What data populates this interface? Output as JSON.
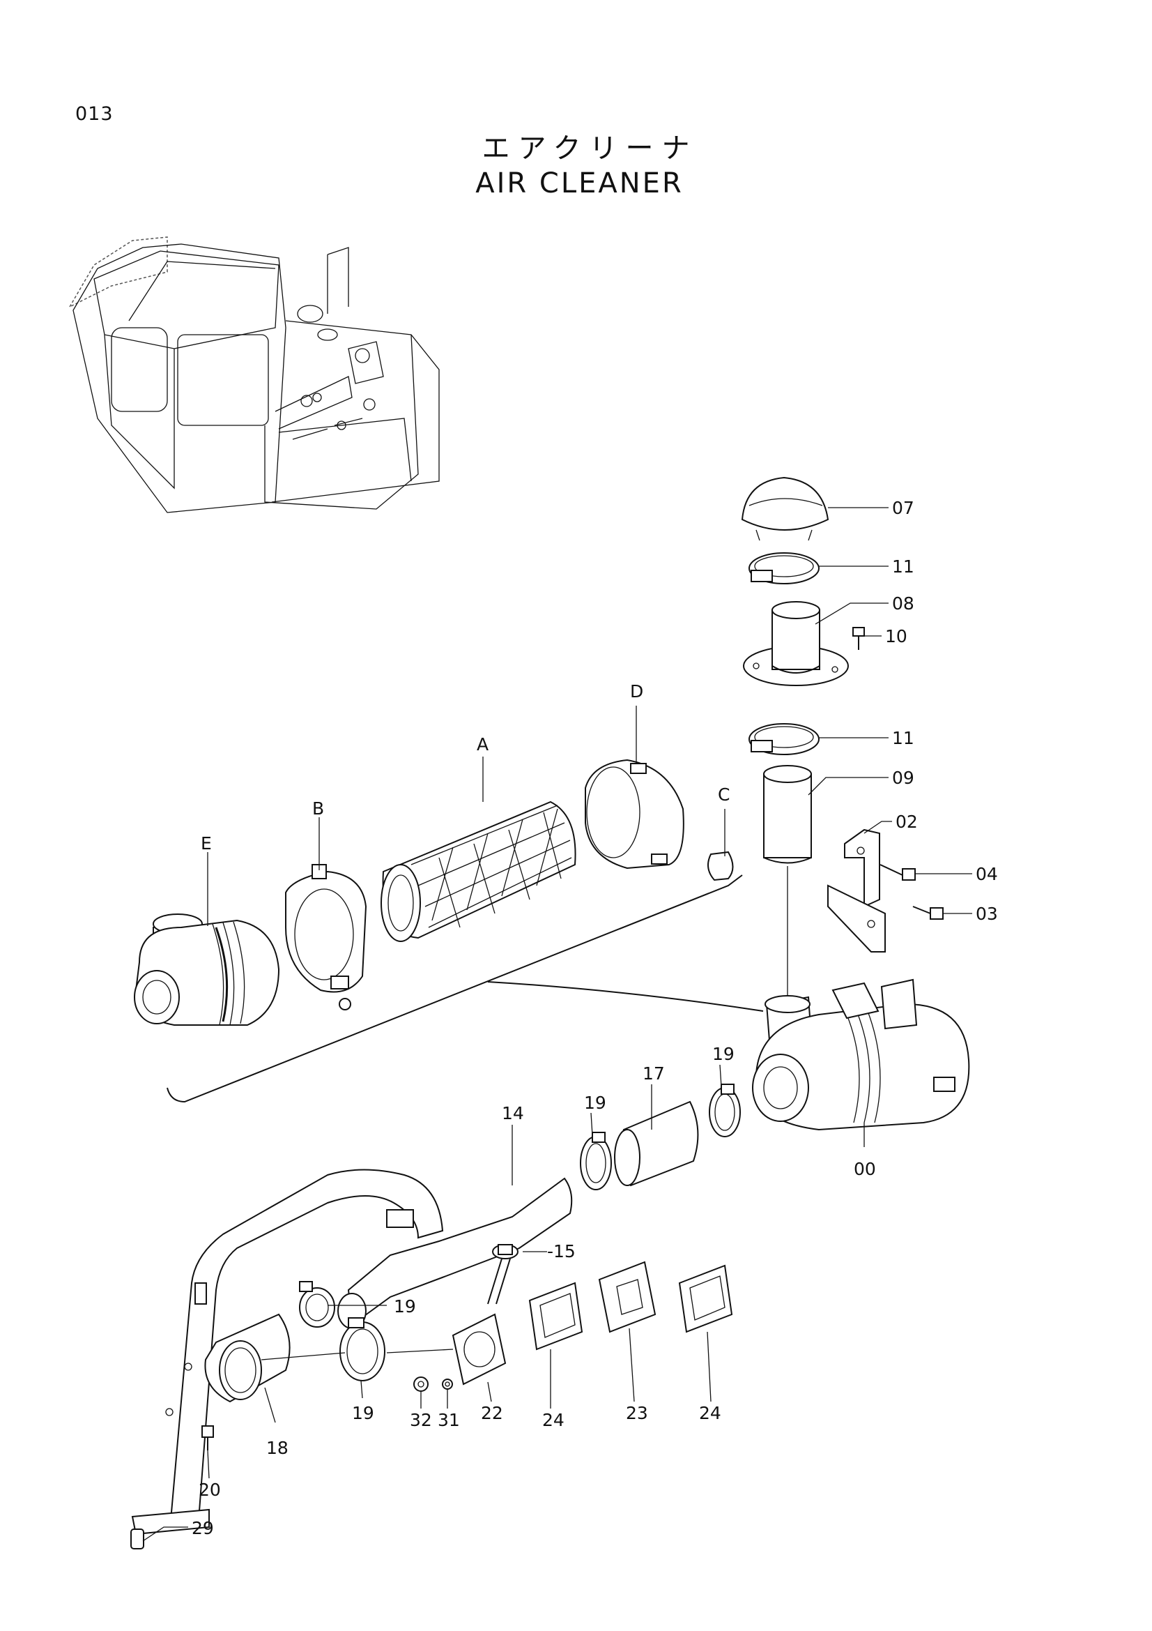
{
  "page_number": "013",
  "title_jp": "エアクリーナ",
  "title_en": "AIR CLEANER",
  "callouts": {
    "c07": "07",
    "c11a": "11",
    "c08": "08",
    "c10": "10",
    "c11b": "11",
    "c09": "09",
    "c02": "02",
    "c04": "04",
    "c03": "03",
    "cA": "A",
    "cB": "B",
    "cC": "C",
    "cD": "D",
    "cE": "E",
    "c00": "00",
    "c19a": "19",
    "c19b": "19",
    "c17": "17",
    "c14": "14",
    "c15": "-15",
    "c19c": "19",
    "c19d": "19",
    "c18": "18",
    "c20": "20",
    "c29": "29",
    "c32": "32",
    "c31": "31",
    "c22": "22",
    "c24a": "24",
    "c23": "23",
    "c24b": "24"
  }
}
